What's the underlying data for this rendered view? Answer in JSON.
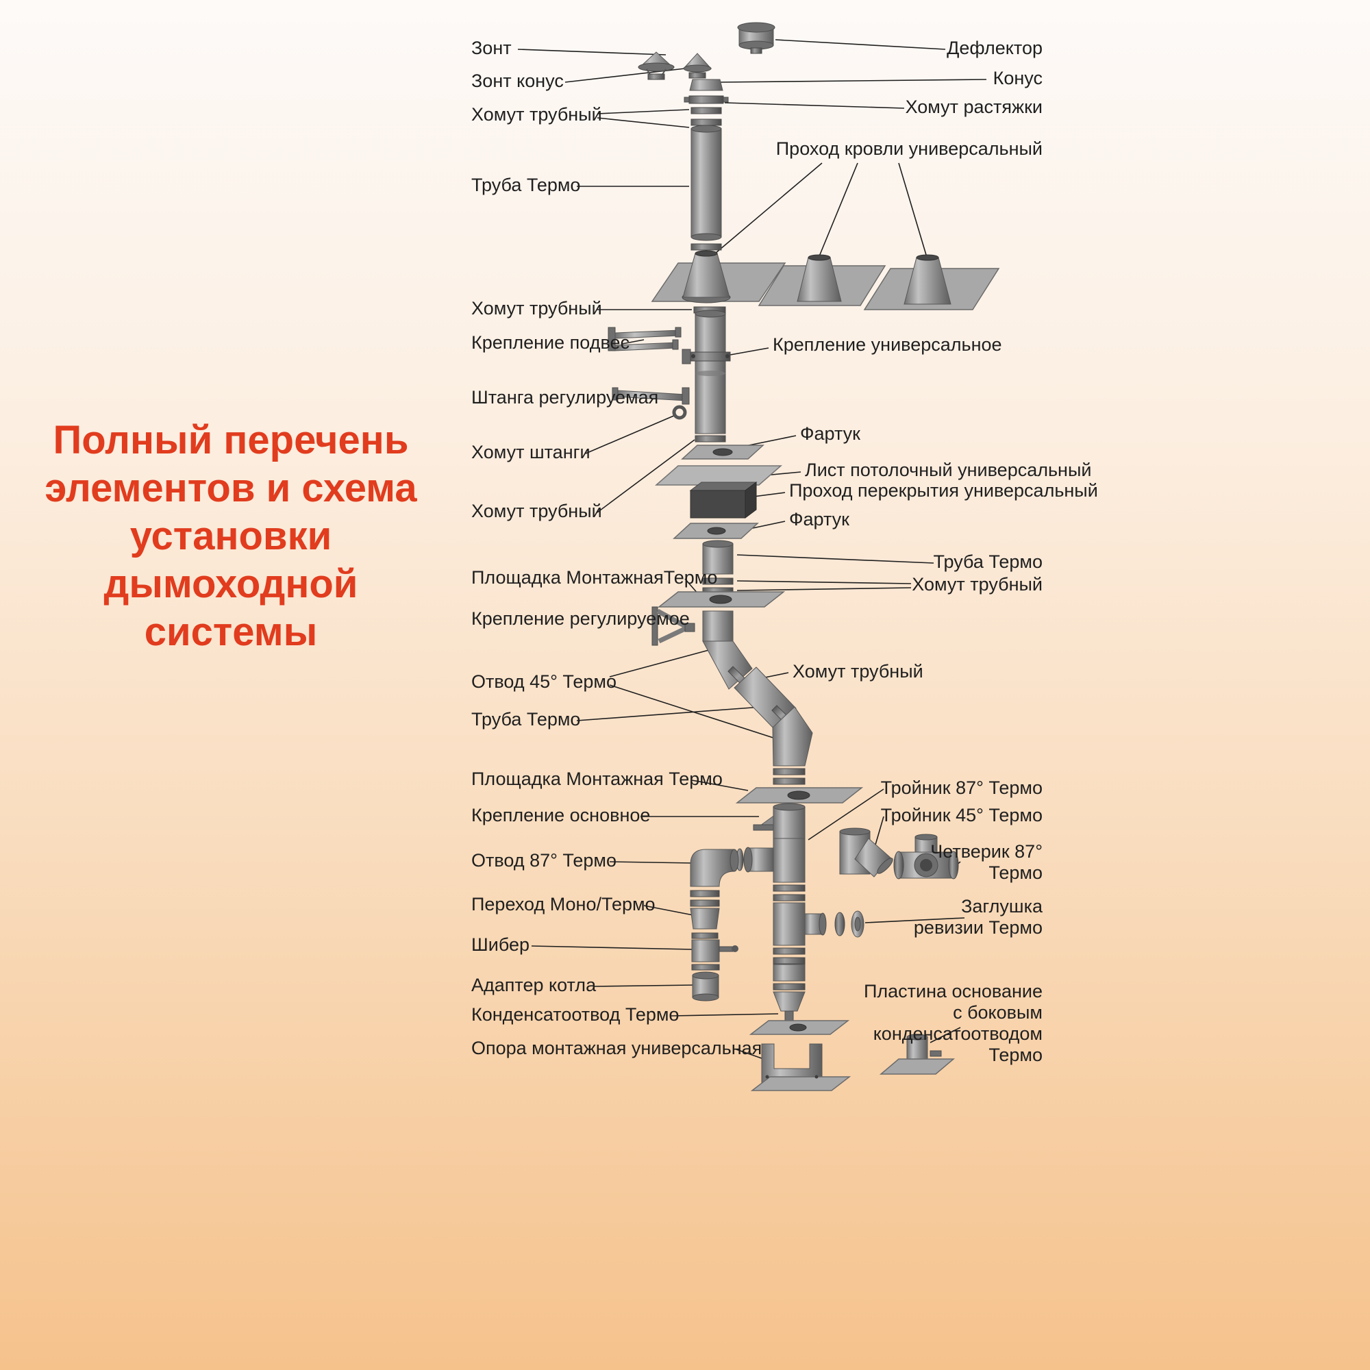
{
  "title": {
    "lines": [
      "Полный перечень",
      "элементов и схема",
      "установки",
      "дымоходной",
      "системы"
    ],
    "color": "#e13c1e"
  },
  "labels_left": [
    "Зонт",
    "Зонт конус",
    "Хомут трубный",
    "Труба Термо",
    "Хомут трубный",
    "Крепление подвес",
    "Штанга регулируемая",
    "Хомут штанги",
    "Хомут трубный",
    "Площадка МонтажнаяТермо",
    "Крепление регулируемое",
    "Отвод 45° Термо",
    "Труба Термо",
    "Площадка Монтажная Термо",
    "Крепление основное",
    "Отвод 87° Термо",
    "Переход Моно/Термо",
    "Шибер",
    "Адаптер котла",
    "Конденсатоотвод Термо",
    "Опора монтажная универсальная"
  ],
  "labels_right": [
    "Дефлектор",
    "Конус",
    "Хомут растяжки",
    "Проход кровли универсальный",
    "Крепление универсальное",
    "Фартук",
    "Лист потолочный универсальный",
    "Проход перекрытия универсальный",
    "Фартук",
    "Труба Термо",
    "Хомут трубный",
    "Хомут трубный",
    "Тройник 87° Термо",
    "Тройник 45° Термо",
    "Четверик 87°\nТермо",
    "Заглушка\nревизии Термо",
    "Пластина основание\nс боковым\nконденсатоотводом\nТермо"
  ]
}
